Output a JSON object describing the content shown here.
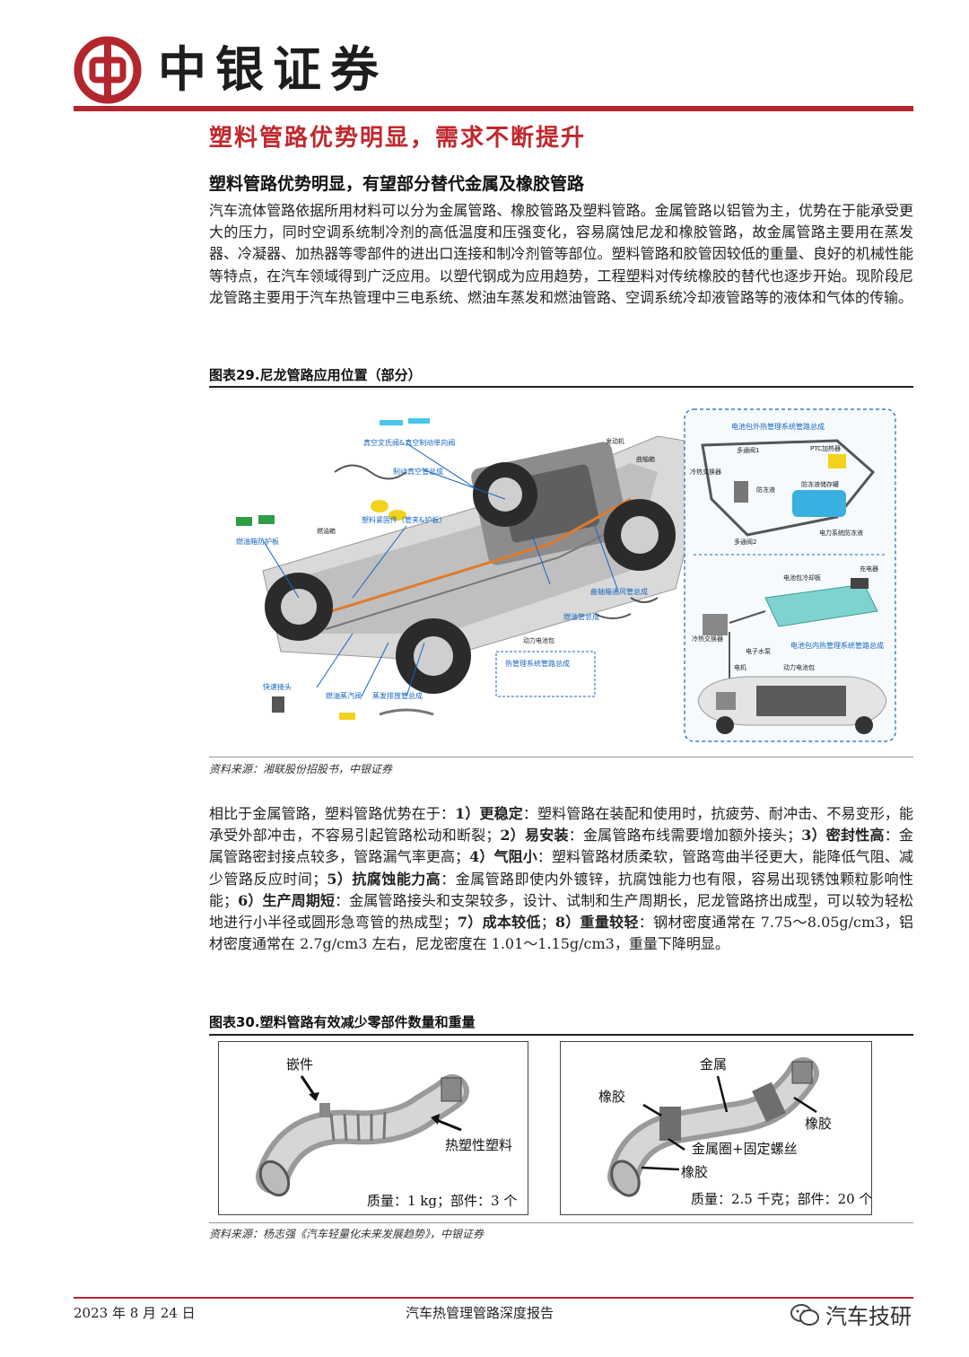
{
  "header": {
    "brand": "中银证券",
    "colors": {
      "brand_red": "#b3262d",
      "title_red": "#c0282d"
    }
  },
  "section_title": "塑料管路优势明显，需求不断提升",
  "sub_title": "塑料管路优势明显，有望部分替代金属及橡胶管路",
  "paragraph1": "汽车流体管路依据所用材料可以分为金属管路、橡胶管路及塑料管路。金属管路以铝管为主，优势在于能承受更大的压力，同时空调系统制冷剂的高低温度和压强变化，容易腐蚀尼龙和橡胶管路，故金属管路主要用在蒸发器、冷凝器、加热器等零部件的进出口连接和制冷剂管等部位。塑料管路和胶管因较低的重量、良好的机械性能等特点，在汽车领域得到广泛应用。以塑代钢成为应用趋势，工程塑料对传统橡胶的替代也逐步开始。现阶段尼龙管路主要用于汽车热管理中三电系统、燃油车蒸发和燃油管路、空调系统冷却液管路等的液体和气体的传输。",
  "figure29": {
    "title": "图表29.尼龙管路应用位置（部分）",
    "labels": {
      "vacuum_valve": "真空文氏阀&真空制动单向阀",
      "brake_vacuum": "制动真空管总成",
      "connector": "塑料紧固件（管夹&护板）",
      "fuel_tank": "燃油箱",
      "fuel_shield": "燃油箱防护板",
      "engine": "发动机",
      "gearbox": "曲轴箱",
      "crank_vent": "曲轴箱通风管总成",
      "fuel_pipe": "燃油管总成",
      "battery": "动力电池包",
      "thermal_pipe": "热管理系统管路总成",
      "quick_conn": "快速接头",
      "fuel_vapor": "燃油蒸汽阀",
      "evap_pipe": "蒸发排放管总成",
      "outer_system": "电池包外热管理系统管路总成",
      "coolant_valve": "冷热交换器",
      "ptc": "PTC加热器",
      "chiller": "冷热交换器",
      "pump": "电子水泵",
      "motor": "电机",
      "battery_pack": "动力电池包",
      "inner_system": "电池包内热管理系统管路总成",
      "charger": "充电器",
      "cold_plate": "电池包冷却板",
      "valve1": "多通阀1",
      "valve2": "多通阀2",
      "tank": "防冻液储存罐",
      "antifreeze": "防冻液",
      "power_sys": "电力系统防冻液"
    },
    "source": "资料来源：湘联股份招股书，中银证券"
  },
  "paragraph2": {
    "p1": "相比于金属管路，塑料管路优势在于：",
    "b1": "1）更稳定",
    "t1": "：塑料管路在装配和使用时，抗疲劳、耐冲击、不易变形，能承受外部冲击，不容易引起管路松动和断裂；",
    "b2": "2）易安装",
    "t2": "：金属管路布线需要增加额外接头；",
    "b3": "3）密封性高",
    "t3": "：金属管路密封接点较多，管路漏气率更高；",
    "b4": "4）气阻小",
    "t4": "：塑料管路材质柔软，管路弯曲半径更大，能降低气阻、减少管路反应时间；",
    "b5": "5）抗腐蚀能力高",
    "t5": "：金属管路即使内外镀锌，抗腐蚀能力也有限，容易出现锈蚀颗粒影响性能；",
    "b6": "6）生产周期短",
    "t6": "：金属管路接头和支架较多，设计、试制和生产周期长，尼龙管路挤出成型，可以较为轻松地进行小半径或圆形急弯管的热成型；",
    "b7": "7）成本较低",
    "t7": "；",
    "b8": "8）重量较轻",
    "t8": "：钢材密度通常在 7.75～8.05g/cm3，铝材密度通常在 2.7g/cm3 左右，尼龙密度在 1.01～1.15g/cm3，重量下降明显。"
  },
  "figure30": {
    "title": "图表30.塑料管路有效减少零部件数量和重量",
    "left": {
      "label_insert": "嵌件",
      "label_plastic": "热塑性塑料",
      "caption": "质量：1 kg；部件：3 个"
    },
    "right": {
      "label_metal": "金属",
      "label_rubber_top": "橡胶",
      "label_rubber_right": "橡胶",
      "label_ring": "金属圈+固定螺丝",
      "label_rubber_bottom": "橡胶",
      "caption": "质量：2.5 千克；部件：20 个"
    },
    "source": "资料来源：杨志强《汽车轻量化未来发展趋势》，中银证券"
  },
  "footer": {
    "date": "2023 年 8 月 24 日",
    "report": "汽车热管理管路深度报告",
    "watermark": "汽车技研"
  }
}
